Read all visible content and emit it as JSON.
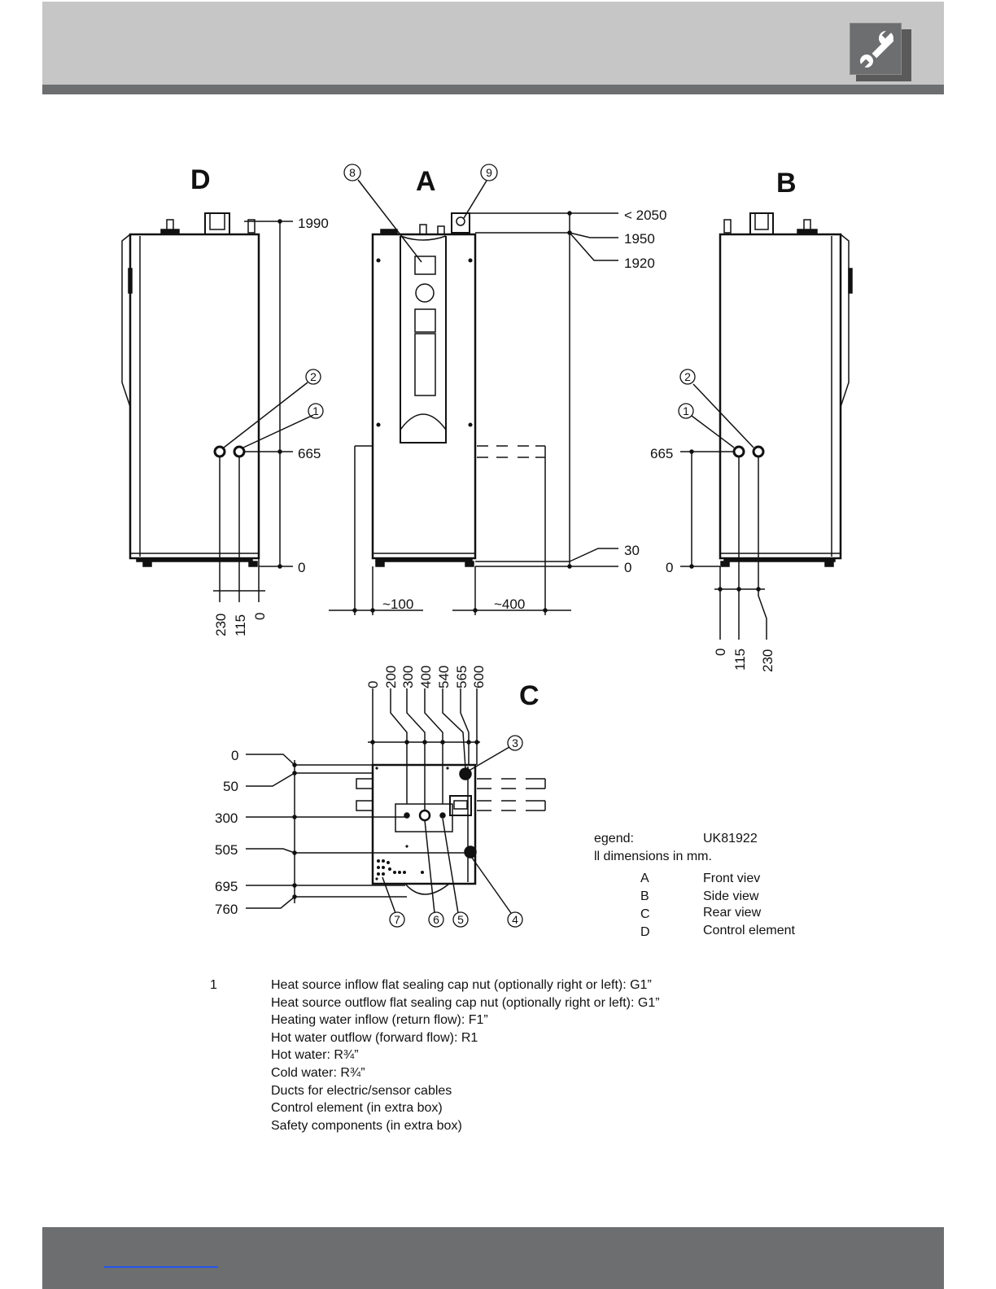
{
  "views": {
    "d": "D",
    "a": "A",
    "b": "B",
    "c": "C"
  },
  "dims": {
    "d_height": "1990",
    "d_conn": "665",
    "d_floor": "0",
    "d_h": [
      "230",
      "115",
      "0"
    ],
    "a_right": [
      "< 2050",
      "1950",
      "1920",
      "30",
      "0"
    ],
    "a_gap_left": "~100",
    "a_gap_right": "~400",
    "b_conn": "665",
    "b_floor": "0",
    "b_h": [
      "0",
      "115",
      "230"
    ],
    "c_top": [
      "0",
      "200",
      "300",
      "400",
      "540",
      "565",
      "600"
    ],
    "c_left": [
      "0",
      "50",
      "300",
      "505",
      "695",
      "760"
    ]
  },
  "callouts": [
    "1",
    "2",
    "3",
    "4",
    "5",
    "6",
    "7",
    "8",
    "9"
  ],
  "legend": {
    "title": "egend:",
    "code": "UK81922",
    "note": "ll dimensions in mm.",
    "items": [
      {
        "key": "A",
        "value": "Front viev"
      },
      {
        "key": "B",
        "value": "Side view"
      },
      {
        "key": "C",
        "value": "Rear view"
      },
      {
        "key": "D",
        "value": "Control element"
      }
    ]
  },
  "parts": {
    "number": "1",
    "items": [
      "Heat source inflow flat sealing cap nut (optionally right or left): G1”",
      "Heat source outflow flat sealing cap nut (optionally right or left): G1”",
      "Heating water inflow (return flow): F1”",
      "Hot water outflow (forward flow): R1",
      "Hot water: R¾”",
      "Cold water: R¾”",
      "Ducts for electric/sensor cables",
      "Control element (in extra box)",
      "Safety components (in extra box)"
    ]
  },
  "colors": {
    "header_bg": "#c6c6c6",
    "header_rule": "#6d6e70",
    "footer_bg": "#6d6e70",
    "link": "#2255ee"
  },
  "icons": {
    "header_badge": "wrench-icon"
  }
}
